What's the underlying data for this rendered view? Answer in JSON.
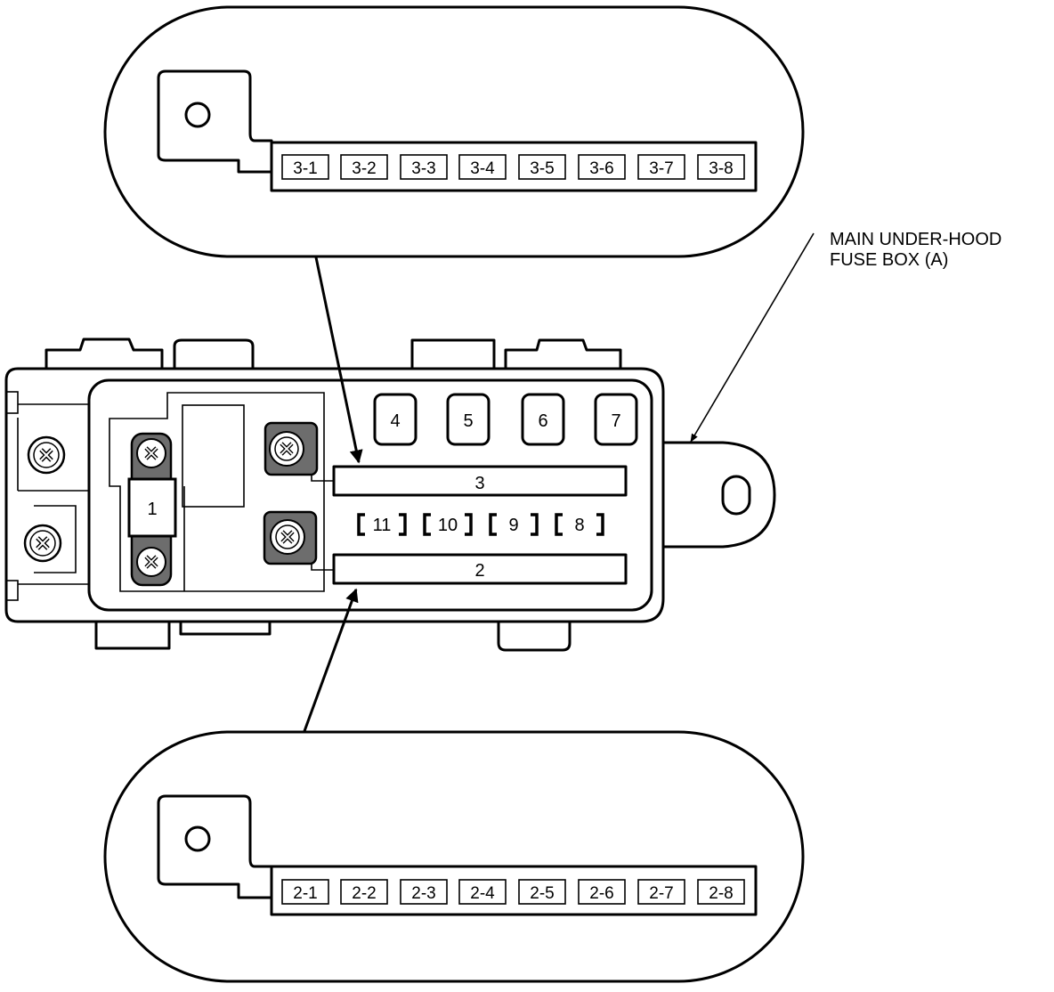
{
  "label": {
    "line1": "MAIN UNDER-HOOD",
    "line2": "FUSE BOX (A)"
  },
  "top_detail": {
    "terminals": [
      "3-1",
      "3-2",
      "3-3",
      "3-4",
      "3-5",
      "3-6",
      "3-7",
      "3-8"
    ]
  },
  "bottom_detail": {
    "terminals": [
      "2-1",
      "2-2",
      "2-3",
      "2-4",
      "2-5",
      "2-6",
      "2-7",
      "2-8"
    ]
  },
  "fuse_box": {
    "main_fuse": "1",
    "small_fuses": [
      "4",
      "5",
      "6",
      "7"
    ],
    "bar_upper": "3",
    "bar_lower": "2",
    "bracket_fuses": [
      "11",
      "10",
      "9",
      "8"
    ]
  }
}
